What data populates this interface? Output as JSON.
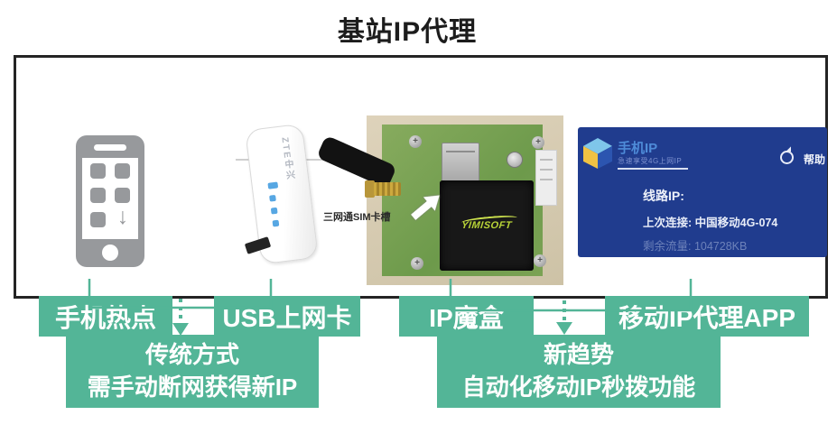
{
  "title": "基站IP代理",
  "colors": {
    "green": "#53b597",
    "app_blue": "#203c8e",
    "app_title_blue": "#4e8bd8",
    "dongle_led_blue": "#57a7e3",
    "chip_label_green": "#b8d437"
  },
  "icons": {
    "download_arrow": "↓"
  },
  "items": {
    "hotspot": {
      "label": "手机热点"
    },
    "usb": {
      "label": "USB上网卡",
      "brand": "ZTE中兴"
    },
    "magic_box": {
      "label": "IP魔盒",
      "chip": "YIMISOFT",
      "caption": "三网通SIM卡槽"
    },
    "app": {
      "label": "移动IP代理APP",
      "name": "手机IP",
      "subtitle": "急速享受4G上网IP",
      "help": "帮助",
      "line_ip": "线路IP:",
      "last_connection": "上次连接: 中国移动4G-074",
      "remaining_data": "剩余流量: 104728KB"
    }
  },
  "conclusions": {
    "traditional": {
      "line1": "传统方式",
      "line2": "需手动断网获得新IP"
    },
    "new_trend": {
      "line1": "新趋势",
      "line2": "自动化移动IP秒拨功能"
    }
  }
}
